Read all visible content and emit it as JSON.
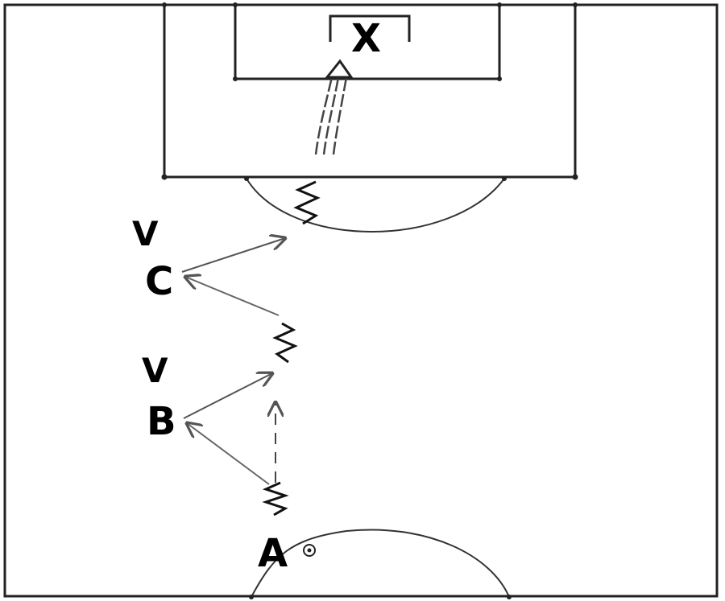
{
  "diagram": {
    "goalkeeper_label": "X",
    "players": {
      "a": "A",
      "b": "B",
      "c": "C"
    },
    "run_markers": {
      "b": "V",
      "c": "V"
    }
  }
}
